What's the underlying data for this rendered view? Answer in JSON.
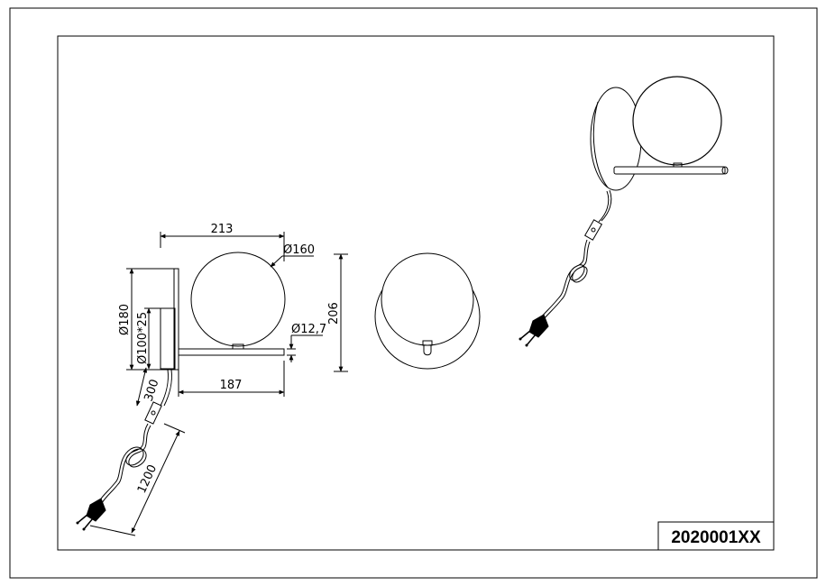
{
  "drawing": {
    "part_number": "2020001XX",
    "dimensions": {
      "total_width": "213",
      "globe_diameter": "Ø160",
      "backplate_diameter": "Ø180",
      "mount_base": "Ø100*25",
      "arm_diameter": "Ø12,7",
      "total_height": "206",
      "arm_length": "187",
      "cable_to_switch": "300",
      "cable_length": "1200"
    }
  }
}
